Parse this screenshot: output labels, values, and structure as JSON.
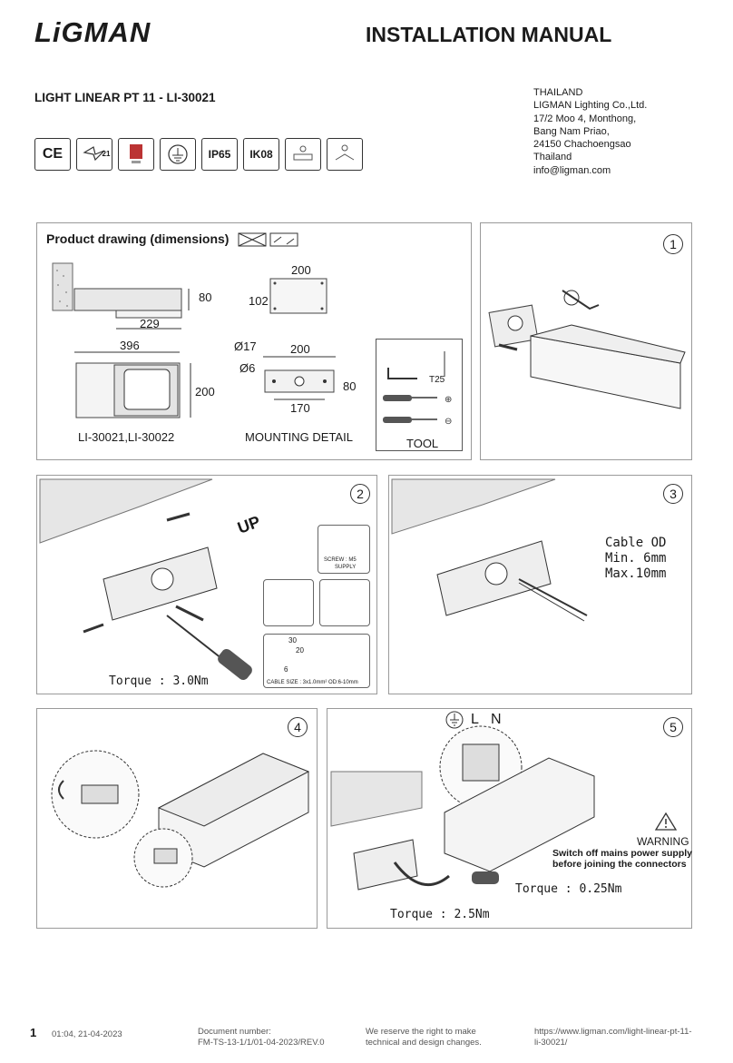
{
  "header": {
    "brand": "LiGMAN",
    "doc_title": "INSTALLATION MANUAL",
    "product_title": "LIGHT LINEAR PT 11 - LI-30021"
  },
  "address": [
    "THAILAND",
    "LIGMAN Lighting Co.,Ltd.",
    "17/2 Moo 4, Monthong,",
    "Bang Nam Priao,",
    "24150 Chachoengsao",
    "Thailand",
    "info@ligman.com"
  ],
  "certs": {
    "ce": "CE",
    "class": "21",
    "ip": "IP65",
    "ik": "IK08"
  },
  "drawing": {
    "title": "Product drawing (dimensions)",
    "side_width": "229",
    "side_height": "80",
    "top_width": "200",
    "top_height": "102",
    "front_width": "396",
    "front_height": "200",
    "mount_d1": "Ø17",
    "mount_d2": "Ø6",
    "mount_width": "200",
    "mount_inner": "170",
    "mount_height": "80",
    "models": "LI-30021,LI-30022",
    "mounting_label": "MOUNTING DETAIL",
    "tool_label": "TOOL",
    "tool_t25": "T25"
  },
  "steps": {
    "s1": "1",
    "s2": "2",
    "s3": "3",
    "s4": "4",
    "s5": "5"
  },
  "step2": {
    "up": "UP",
    "screw": "SCREW : M5",
    "supply": "SUPPLY",
    "strip_30": "30",
    "strip_20": "20",
    "strip_6": "6",
    "cable_size": "CABLE SIZE : 3x1.0mm² OD:6-10mm",
    "torque": "Torque : 3.0Nm"
  },
  "step3": {
    "cable_od": "Cable OD",
    "min": "Min. 6mm",
    "max": "Max.10mm"
  },
  "step5": {
    "l": "L",
    "n": "N",
    "warning": "WARNING",
    "warning_text_1": "Switch off mains power supply",
    "warning_text_2": "before joining the connectors",
    "torque_small": "Torque : 0.25Nm",
    "torque_large": "Torque : 2.5Nm"
  },
  "footer": {
    "page": "1",
    "date": "01:04, 21-04-2023",
    "doc_label": "Document number:",
    "doc_number": "FM-TS-13-1/1/01-04-2023/REV.0",
    "reserve_1": "We reserve the right to make",
    "reserve_2": "technical and design changes.",
    "url_1": "https://www.ligman.com/light-linear-pt-11-",
    "url_2": "li-30021/"
  }
}
